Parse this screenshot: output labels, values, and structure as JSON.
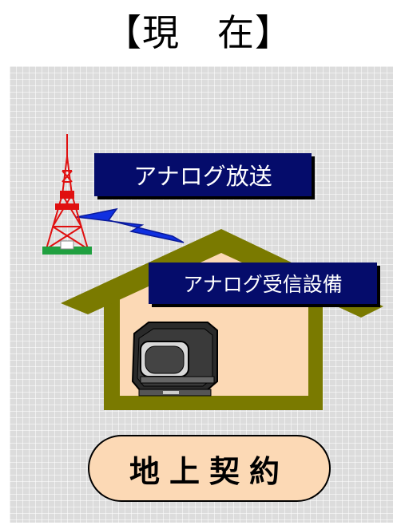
{
  "title": "【現　在】",
  "labels": {
    "broadcast": "アナログ放送",
    "receiver": "アナログ受信設備",
    "contract": "地上契約"
  },
  "icons": {
    "tower": "broadcast-tower-icon",
    "signal": "lightning-signal-icon",
    "house": "house-icon",
    "tv": "crt-television-icon"
  },
  "colors": {
    "label_bg": "#050c6b",
    "house_frame": "#7a7a00",
    "house_interior": "#fcd9b5",
    "tower": "#e01010",
    "signal": "#1030e0",
    "contract_bg": "#fcd9b5",
    "panel_bg": "#dcdcdc"
  }
}
